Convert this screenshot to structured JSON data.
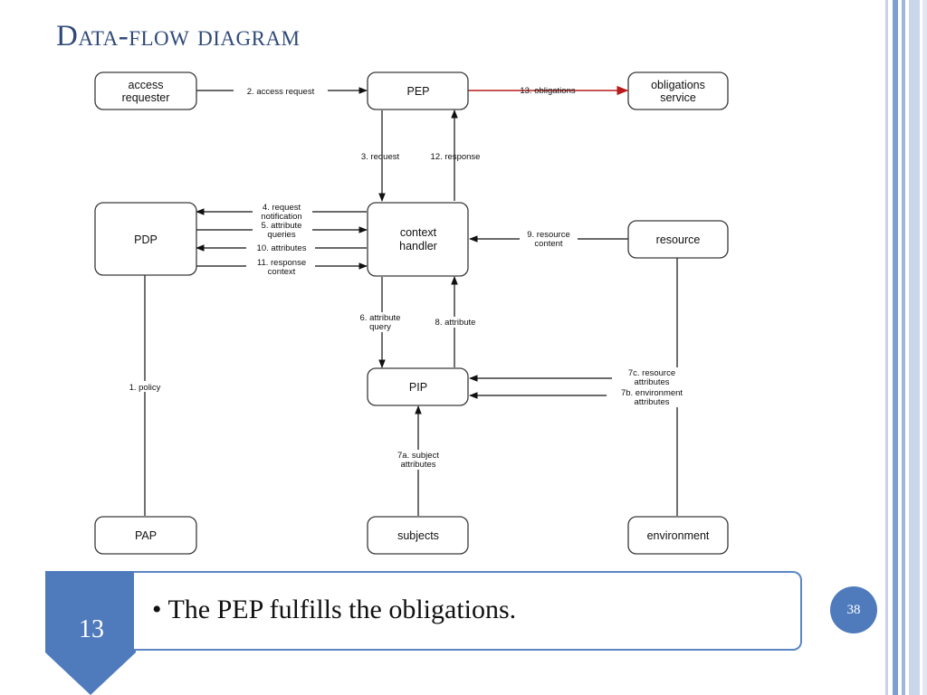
{
  "slide": {
    "title": "Data-flow diagram",
    "bullet": "• The PEP fulfills the obligations.",
    "step_number": "13",
    "page_number": "38",
    "accent_color": "#4f7bbd",
    "title_color": "#2f4a78"
  },
  "diagram": {
    "nodes": {
      "access_requester": [
        "access",
        "requester"
      ],
      "pep": [
        "PEP"
      ],
      "obligations_service": [
        "obligations",
        "service"
      ],
      "pdp": [
        "PDP"
      ],
      "context_handler": [
        "context",
        "handler"
      ],
      "resource": [
        "resource"
      ],
      "pip": [
        "PIP"
      ],
      "pap": [
        "PAP"
      ],
      "subjects": [
        "subjects"
      ],
      "environment": [
        "environment"
      ]
    },
    "edges": {
      "e1": [
        "1. policy"
      ],
      "e2": [
        "2. access request"
      ],
      "e3": [
        "3. request"
      ],
      "e4": [
        "4. request",
        "notification"
      ],
      "e5": [
        "5. attribute",
        "queries"
      ],
      "e6": [
        "6. attribute",
        "query"
      ],
      "e7a": [
        "7a. subject",
        "attributes"
      ],
      "e7b": [
        "7b. environment",
        "attributes"
      ],
      "e7c": [
        "7c. resource",
        "attributes"
      ],
      "e8": [
        "8. attribute"
      ],
      "e9": [
        "9. resource",
        "content"
      ],
      "e10": [
        "10. attributes"
      ],
      "e11": [
        "11. response",
        "context"
      ],
      "e12": [
        "12. response"
      ],
      "e13": [
        "13. obligations"
      ]
    },
    "highlight_color": "#b81b1b"
  }
}
